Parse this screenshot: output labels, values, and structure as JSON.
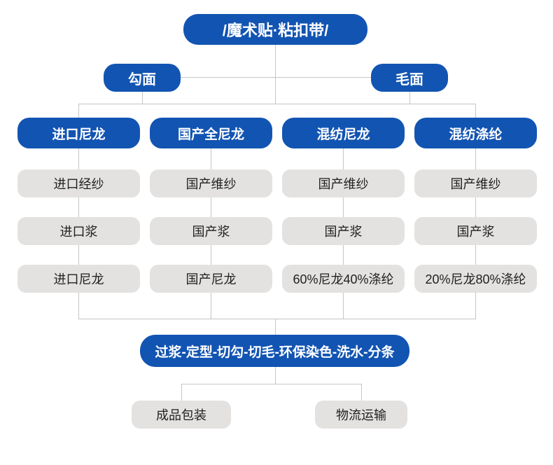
{
  "palette": {
    "node_blue": "#1254b2",
    "node_gray": "#e3e2e0",
    "connector_gray": "#c5c5c5",
    "text_on_blue": "#ffffff",
    "text_on_gray": "#1f1f1f",
    "background": "#ffffff"
  },
  "flowchart": {
    "title": "/魔术贴·粘扣带/",
    "branches": [
      {
        "label": "勾面"
      },
      {
        "label": "毛面"
      }
    ],
    "columns": [
      {
        "header": "进口尼龙",
        "steps": [
          "进口经纱",
          "进口浆",
          "进口尼龙"
        ]
      },
      {
        "header": "国产全尼龙",
        "steps": [
          "国产维纱",
          "国产浆",
          "国产尼龙"
        ]
      },
      {
        "header": "混纺尼龙",
        "steps": [
          "国产维纱",
          "国产浆",
          "60%尼龙40%涤纶"
        ]
      },
      {
        "header": "混纺涤纶",
        "steps": [
          "国产维纱",
          "国产浆",
          "20%尼龙80%涤纶"
        ]
      }
    ],
    "process": "过浆-定型-切勾-切毛-环保染色-洗水-分条",
    "outputs": [
      {
        "label": "成品包装"
      },
      {
        "label": "物流运输"
      }
    ]
  }
}
